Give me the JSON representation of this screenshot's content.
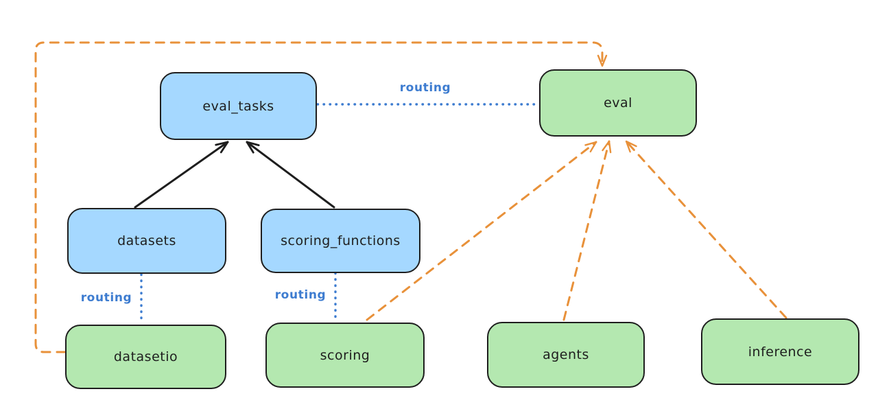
{
  "colors": {
    "background": "#ffffff",
    "node_border": "#1e1e1e",
    "text": "#1e1e1e",
    "api_fill": "#a5d8ff",
    "provider_fill": "#b4e8b0",
    "dependency_arrow": "#1e1e1e",
    "routing_color": "#3d7cd0",
    "loop_arrow": "#e8913a"
  },
  "nodes": {
    "eval_tasks": {
      "label": "eval_tasks"
    },
    "eval": {
      "label": "eval"
    },
    "datasets": {
      "label": "datasets"
    },
    "scoring_functions": {
      "label": "scoring_functions"
    },
    "datasetio": {
      "label": "datasetio"
    },
    "scoring": {
      "label": "scoring"
    },
    "agents": {
      "label": "agents"
    },
    "inference": {
      "label": "inference"
    }
  },
  "edge_labels": {
    "routing_eval_tasks_eval": "routing",
    "routing_datasets_datasetio": "routing",
    "routing_scoring_functions_scoring": "routing"
  }
}
